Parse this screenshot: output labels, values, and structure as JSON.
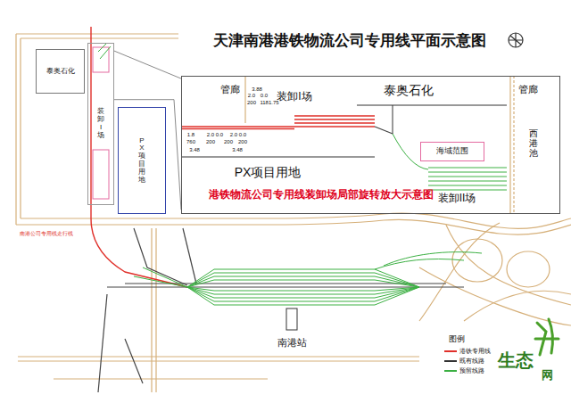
{
  "diagram": {
    "title": "天津南港港铁物流公司专用线平面示意图",
    "nodes": [
      {
        "text": [
          "港铁物流公司专用线装卸场局部旋转放大示意图"
        ]
      },
      {
        "text": [
          "海域范围"
        ],
        "in": 0
      },
      {
        "text": [
          "泰奥石化"
        ]
      },
      {
        "text": [
          "装卸I场"
        ]
      },
      {
        "text": [
          "PX项目用地"
        ]
      }
    ],
    "edges": [
      {
        "from": 3,
        "to": 0,
        "arrow": "none"
      },
      {
        "from": 3,
        "to": 0,
        "arrow": "none"
      }
    ],
    "labels": [
      "管廊",
      "3.88",
      "2.0",
      "0.0",
      "200",
      "1181.75",
      "装卸I场",
      "泰奥石化",
      "管廊",
      "1.8",
      "2.0",
      "0.0",
      "2.0",
      "0.0",
      "760",
      "200",
      "200",
      "200",
      "3.48",
      "3.48",
      "PX项目用地",
      "西港池",
      "装卸II场",
      "南港公司专用线走行线",
      "南港站",
      "图例",
      "生态",
      "网"
    ],
    "legend": [
      {
        "text": "港铁专用线",
        "color": "#e0302a"
      },
      {
        "text": "既有线路",
        "color": "#333333"
      },
      {
        "text": "预留线路",
        "color": "#3cb043"
      }
    ]
  }
}
